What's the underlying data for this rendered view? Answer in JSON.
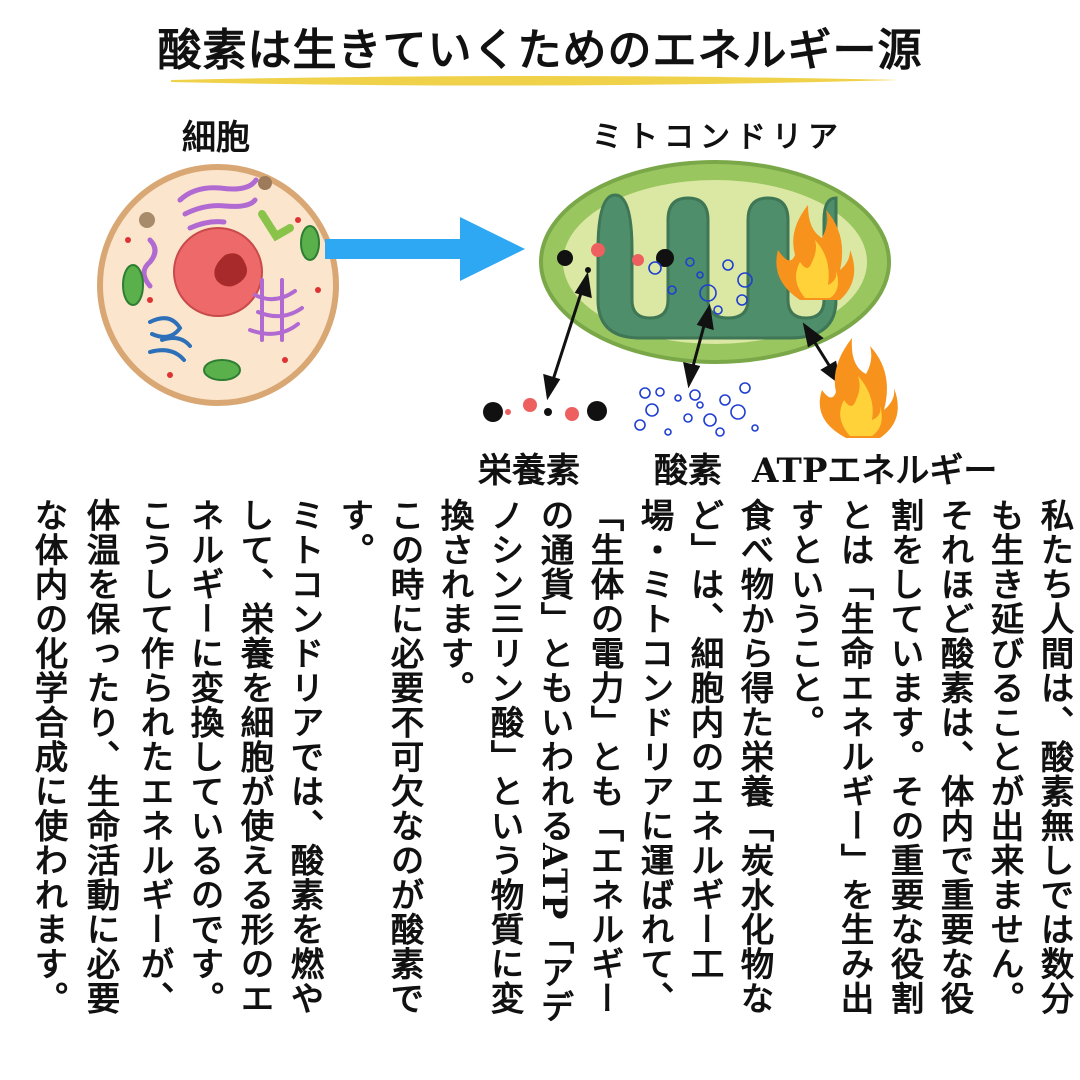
{
  "title": "酸素は生きていくためのエネルギー源",
  "labels": {
    "cell": "細胞",
    "mitochondria": "ミトコンドリア",
    "nutrients": "栄養素",
    "oxygen": "酸素",
    "atp": "ATPエネルギー"
  },
  "colors": {
    "underline": "#f0d24a",
    "arrow": "#2ea8f2",
    "cell_fill": "#fbe6cd",
    "cell_border": "#d9a774",
    "nucleus": "#ee6a6a",
    "mito_outer": "#9ac660",
    "mito_inner": "#4f8e6a"
  },
  "columns": [
    "私たち人間は、酸素無しでは数分",
    "も生き延びることが出来ません。",
    "それほど酸素は、体内で重要な役",
    "割をしています。その重要な役割",
    "とは「生命エネルギー」を生み出",
    "すということ。",
    "食べ物から得た栄養「炭水化物な",
    "ど」は、細胞内のエネルギー工",
    "場・ミトコンドリアに運ばれて、",
    "「生体の電力」とも「エネルギー",
    "の通貨」ともいわれるATP「アデ",
    "ノシン三リン酸」という物質に変",
    "換されます。",
    "この時に必要不可欠なのが酸素で",
    "す。",
    "ミトコンドリアでは、酸素を燃や",
    "して、栄養を細胞が使える形のエ",
    "ネルギーに変換しているのです。",
    "こうして作られたエネルギーが、",
    "体温を保ったり、生命活動に必要",
    "な体内の化学合成に使われます。"
  ]
}
